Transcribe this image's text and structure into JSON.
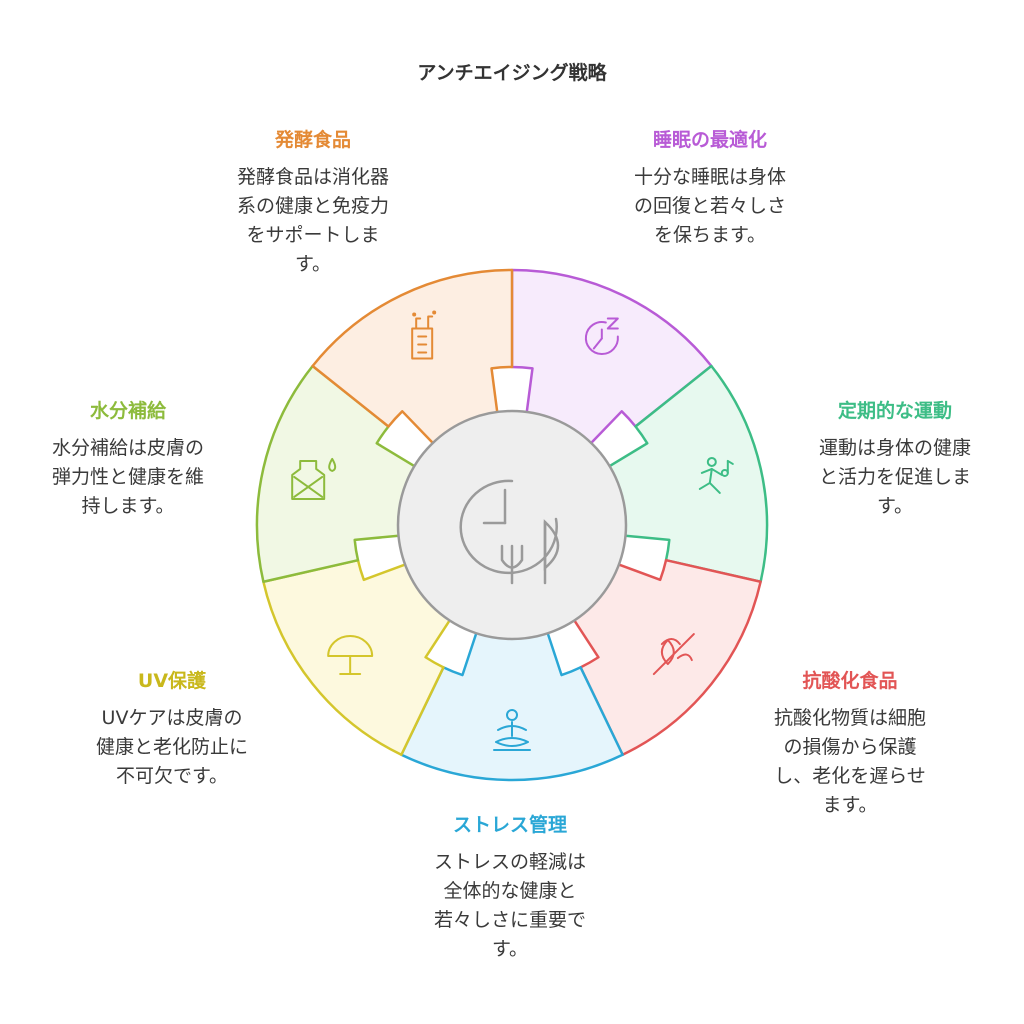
{
  "title": "アンチエイジング戦略",
  "segments": [
    {
      "id": "sleep",
      "heading": "睡眠の最適化",
      "desc": "十分な睡眠は身体\nの回復と若々しさ\nを保ちます。",
      "icon": "sleep-clock-icon",
      "color": "#b85bd6",
      "fill": "#f7ebfc"
    },
    {
      "id": "exercise",
      "heading": "定期的な運動",
      "desc": "運動は身体の健康\nと活力を促進しま\nす。",
      "icon": "running-person-icon",
      "color": "#3dbd86",
      "fill": "#e7f9ef"
    },
    {
      "id": "antioxidant",
      "heading": "抗酸化食品",
      "desc": "抗酸化物質は細胞\nの損傷から保護\nし、老化を遅らせ\nます。",
      "icon": "no-grain-icon",
      "color": "#e25555",
      "fill": "#fde9e8"
    },
    {
      "id": "stress",
      "heading": "ストレス管理",
      "desc": "ストレスの軽減は\n全体的な健康と\n若々しさに重要で\nす。",
      "icon": "meditation-icon",
      "color": "#2aa7d6",
      "fill": "#e5f5fc"
    },
    {
      "id": "uv",
      "heading": "UV保護",
      "desc": "UVケアは皮膚の\n健康と老化防止に\n不可欠です。",
      "icon": "umbrella-icon",
      "color": "#d4c62c",
      "fill": "#fdf9de"
    },
    {
      "id": "hydration",
      "heading": "水分補給",
      "desc": "水分補給は皮膚の\n弾力性と健康を維\n持します。",
      "icon": "water-bottle-icon",
      "color": "#8dbb3c",
      "fill": "#f1f8e4"
    },
    {
      "id": "fermented",
      "heading": "発酵食品",
      "desc": "発酵食品は消化器\n系の健康と免疫力\nをサポートしま\nす。",
      "icon": "fermentation-jar-icon",
      "color": "#e48a35",
      "fill": "#fdeee2"
    }
  ],
  "center": {
    "icon": "diet-utensils-icon",
    "color": "#9a9a9a",
    "fill": "#eeeeee"
  }
}
